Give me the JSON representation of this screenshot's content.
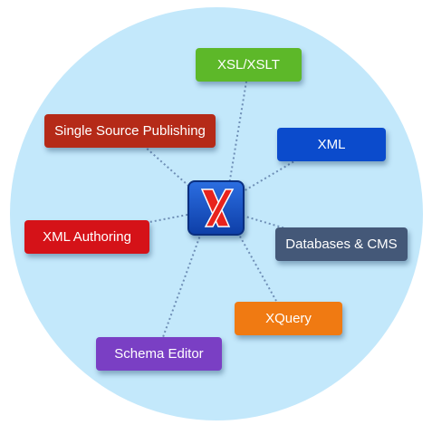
{
  "nodes": [
    {
      "id": "xsl",
      "label": "XSL/XSLT",
      "color": "#5db829"
    },
    {
      "id": "xml",
      "label": "XML",
      "color": "#0b4bcc"
    },
    {
      "id": "db",
      "label": "Databases & CMS",
      "color": "#445878"
    },
    {
      "id": "xquery",
      "label": "XQuery",
      "color": "#f07a12"
    },
    {
      "id": "schema",
      "label": "Schema Editor",
      "color": "#7a3fc4"
    },
    {
      "id": "authoring",
      "label": "XML Authoring",
      "color": "#d51218"
    },
    {
      "id": "publishing",
      "label": "Single Source Publishing",
      "color": "#b52a18"
    }
  ],
  "center": {
    "icon": "oxygen-x-logo-icon"
  },
  "colors": {
    "circle": "#c3e8fb",
    "connector": "#6f8fb6"
  }
}
